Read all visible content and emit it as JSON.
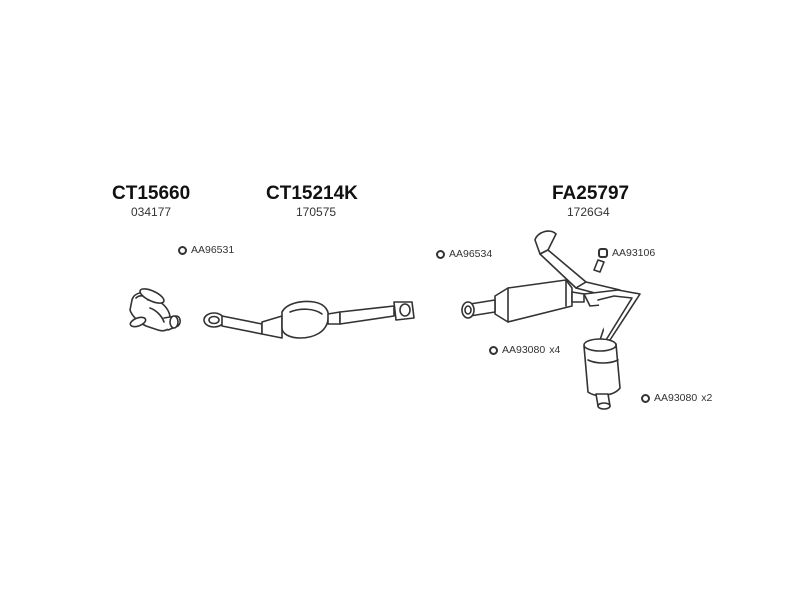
{
  "parts": [
    {
      "code": "CT15660",
      "ref": "034177"
    },
    {
      "code": "CT15214K",
      "ref": "170575"
    },
    {
      "code": "FA25797",
      "ref": "1726G4"
    }
  ],
  "accessories": [
    {
      "code": "AA96531",
      "qty": ""
    },
    {
      "code": "AA96534",
      "qty": ""
    },
    {
      "code": "AA93106",
      "qty": ""
    },
    {
      "code": "AA93080",
      "qty": "x4"
    },
    {
      "code": "AA93080",
      "qty": "x2"
    }
  ],
  "icons": {
    "gasket": "ring-icon",
    "clamp": "clamp-icon"
  },
  "colors": {
    "line": "#333333",
    "fill": "#ffffff"
  }
}
